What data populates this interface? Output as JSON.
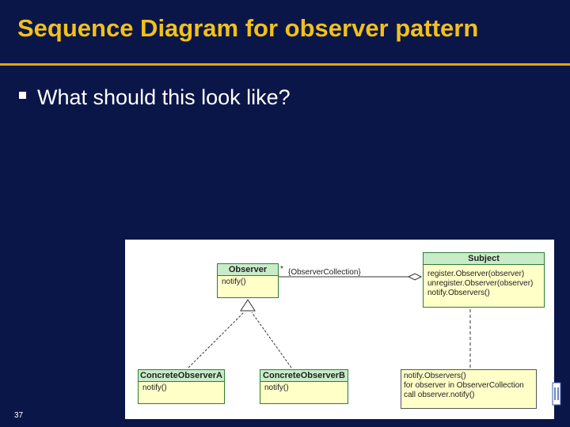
{
  "slide": {
    "title": "Sequence Diagram for observer pattern",
    "bullet": "What should this look like?",
    "page_number": "37"
  },
  "diagram": {
    "observer": {
      "name": "Observer",
      "operations": [
        "notify()"
      ]
    },
    "subject": {
      "name": "Subject",
      "operations": [
        "register.Observer(observer)",
        "unregister.Observer(observer)",
        "notify.Observers()"
      ]
    },
    "concrete_a": {
      "name": "ConcreteObserverA",
      "operations": [
        "notify()"
      ]
    },
    "concrete_b": {
      "name": "ConcreteObserverB",
      "operations": [
        "notify()"
      ]
    },
    "multiplicity": "*",
    "association": "{ObserverCollection}",
    "note": [
      "notify.Observers()",
      "for observer in ObserverCollection",
      "call observer.notify()"
    ]
  },
  "colors": {
    "background": "#0b1648",
    "title": "#f2c11a",
    "rule": "#e0a810",
    "class_header": "#c8ecc8",
    "class_body": "#ffffc8"
  }
}
